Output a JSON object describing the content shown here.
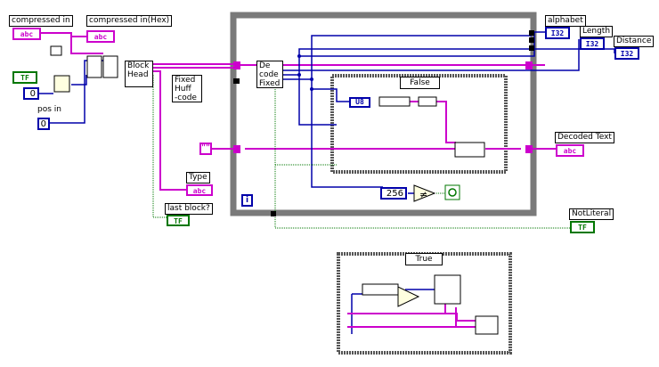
{
  "labels": {
    "compressed_in": "compressed in",
    "compressed_in_hex": "compressed in(Hex)",
    "pos_in": "pos in",
    "type": "Type",
    "last_block": "last block?",
    "alphabet": "alphabet",
    "length": "Length",
    "distance": "Distance",
    "decoded_text": "Decoded Text",
    "not_literal": "NotLiteral"
  },
  "terminals": {
    "abc": "abc",
    "i32": "I32",
    "tf": "TF",
    "u8": "U8",
    "empty_string": "\"\""
  },
  "nodes": {
    "block_head": "Block\nHead",
    "fixed_huff_code": "Fixed\nHuff\n-code",
    "decode_fixed": "De\ncode\nFixed",
    "iteration": "i"
  },
  "constants": {
    "zero_a": "0",
    "zero_b": "0",
    "value_256": "256"
  },
  "case_structures": {
    "false_case": "False",
    "true_case": "True"
  }
}
